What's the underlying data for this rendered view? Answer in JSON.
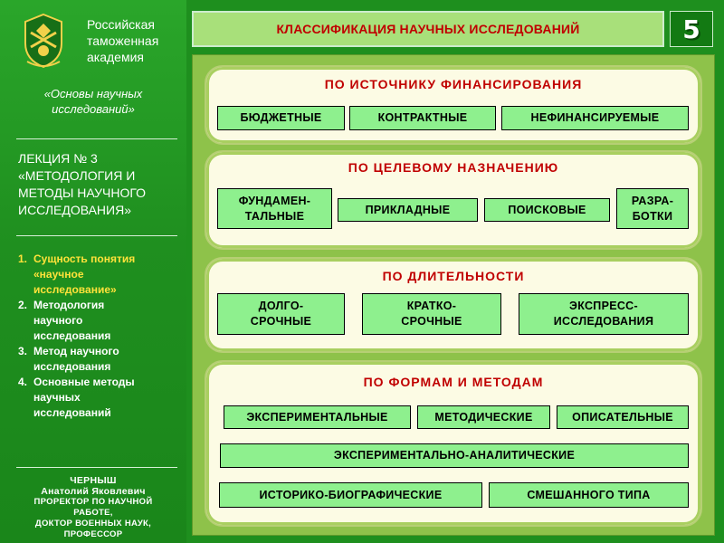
{
  "sidebar": {
    "academy": [
      "Российская",
      "таможенная",
      "академия"
    ],
    "course": [
      "«Основы научных",
      "исследований»"
    ],
    "lecture": [
      "ЛЕКЦИЯ № 3",
      "«МЕТОДОЛОГИЯ И",
      "МЕТОДЫ НАУЧНОГО",
      "ИССЛЕДОВАНИЯ»"
    ],
    "outline": [
      {
        "num": "1.",
        "lines": [
          "Сущность понятия",
          "«научное",
          "исследование»"
        ]
      },
      {
        "num": "2.",
        "lines": [
          "Методология",
          "научного",
          "исследования"
        ]
      },
      {
        "num": "3.",
        "lines": [
          "Метод научного",
          "исследования"
        ]
      },
      {
        "num": "4.",
        "lines": [
          "Основные методы",
          "научных",
          "исследований"
        ]
      }
    ],
    "author": {
      "surname": "ЧЕРНЫШ",
      "name": "Анатолий Яковлевич",
      "lines": [
        "ПРОРЕКТОР ПО НАУЧНОЙ",
        "РАБОТЕ,",
        "ДОКТОР ВОЕННЫХ НАУК,",
        "ПРОФЕССОР"
      ]
    }
  },
  "header": {
    "title": "КЛАССИФИКАЦИЯ НАУЧНЫХ ИССЛЕДОВАНИЙ",
    "slide_number": "5"
  },
  "sections": {
    "funding": {
      "title": "ПО ИСТОЧНИКУ ФИНАНСИРОВАНИЯ",
      "items": [
        "БЮДЖЕТНЫЕ",
        "КОНТРАКТНЫЕ",
        "НЕФИНАНСИРУЕМЫЕ"
      ]
    },
    "purpose": {
      "title": "ПО ЦЕЛЕВОМУ НАЗНАЧЕНИЮ",
      "items": [
        [
          "ФУНДАМЕН-",
          "ТАЛЬНЫЕ"
        ],
        [
          "ПРИКЛАДНЫЕ"
        ],
        [
          "ПОИСКОВЫЕ"
        ],
        [
          "РАЗРА-",
          "БОТКИ"
        ]
      ]
    },
    "duration": {
      "title": "ПО ДЛИТЕЛЬНОСТИ",
      "items": [
        [
          "ДОЛГО-",
          "СРОЧНЫЕ"
        ],
        [
          "КРАТКО-",
          "СРОЧНЫЕ"
        ],
        [
          "ЭКСПРЕСС-",
          "ИССЛЕДОВАНИЯ"
        ]
      ]
    },
    "methods": {
      "title": "ПО ФОРМАМ И МЕТОДАМ",
      "row1": [
        "ЭКСПЕРИМЕНТАЛЬНЫЕ",
        "МЕТОДИЧЕСКИЕ",
        "ОПИСАТЕЛЬНЫЕ"
      ],
      "row2": "ЭКСПЕРИМЕНТАЛЬНО-АНАЛИТИЧЕСКИЕ",
      "row3": [
        "ИСТОРИКО-БИОГРАФИЧЕСКИЕ",
        "СМЕШАННОГО ТИПА"
      ]
    }
  },
  "colors": {
    "background": "#1e8f1e",
    "panel": "#8ec24a",
    "section_fill": "#fcfbe4",
    "tag_fill": "#8ef08e",
    "title_red": "#c00000",
    "outline_active": "#ffe23a"
  },
  "icons": {
    "emblem": "customs-emblem-icon"
  }
}
